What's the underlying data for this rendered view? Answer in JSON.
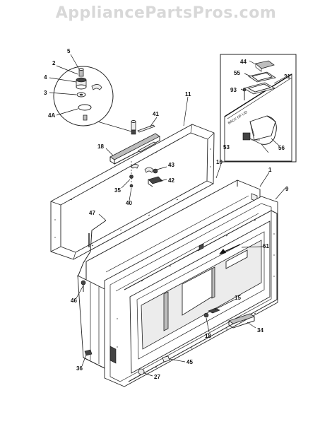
{
  "watermark": "AppliancePartsPros.com",
  "inset_caption": "BACK OF LID",
  "callouts": {
    "p1": "1",
    "p3": "3",
    "p4": "4",
    "p4a": "4A",
    "p5": "5",
    "p2": "2",
    "p9": "9",
    "p10": "10",
    "p11": "11",
    "p15": "15",
    "p18a": "18",
    "p18b": "18",
    "p27": "27",
    "p31": "31",
    "p34": "34",
    "p35": "35",
    "p36": "36",
    "p40": "40",
    "p41": "41",
    "p42": "42",
    "p43": "43",
    "p44": "44",
    "p45": "45",
    "p46": "46",
    "p47": "47",
    "p53": "53",
    "p55": "55",
    "p56": "56",
    "p61": "61",
    "p93": "93"
  },
  "colors": {
    "line": "#222222",
    "watermark": "#d8d8d8",
    "shade": "#bdbdbd"
  }
}
